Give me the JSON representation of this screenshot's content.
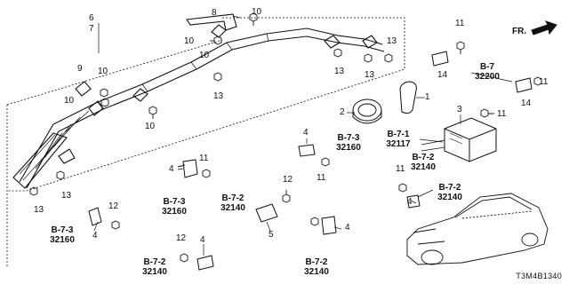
{
  "callouts": {
    "c1": "1",
    "c2": "2",
    "c3": "3",
    "c4a": "4",
    "c4b": "4",
    "c4c": "4",
    "c4d": "4",
    "c4e": "4",
    "c4f": "4",
    "c5": "5",
    "c6": "6",
    "c7": "7",
    "c8": "8",
    "c9": "9",
    "c10a": "10",
    "c10b": "10",
    "c10c": "10",
    "c10d": "10",
    "c10e": "10",
    "c10f": "10",
    "c11a": "11",
    "c11b": "11",
    "c11c": "11",
    "c11d": "11",
    "c11e": "11",
    "c11f": "11",
    "c12a": "12",
    "c12b": "12",
    "c12c": "12",
    "c13a": "13",
    "c13b": "13",
    "c13c": "13",
    "c13d": "13",
    "c13e": "13",
    "c13f": "13",
    "c14a": "14",
    "c14b": "14"
  },
  "refs": {
    "r1": {
      "code": "B-7",
      "part": "32200"
    },
    "r2": {
      "code": "B-7-3",
      "part": "32160"
    },
    "r3": {
      "code": "B-7-1",
      "part": "32117"
    },
    "r4": {
      "code": "B-7-2",
      "part": "32140"
    },
    "r5": {
      "code": "B-7-3",
      "part": "32160"
    },
    "r6": {
      "code": "B-7-2",
      "part": "32140"
    },
    "r7": {
      "code": "B-7-2",
      "part": "32140"
    },
    "r8": {
      "code": "B-7-3",
      "part": "32160"
    },
    "r9": {
      "code": "B-7-2",
      "part": "32140"
    },
    "r10": {
      "code": "B-7-2",
      "part": "32140"
    }
  },
  "direction_label": "FR.",
  "diagram_code": "T3M4B1340"
}
